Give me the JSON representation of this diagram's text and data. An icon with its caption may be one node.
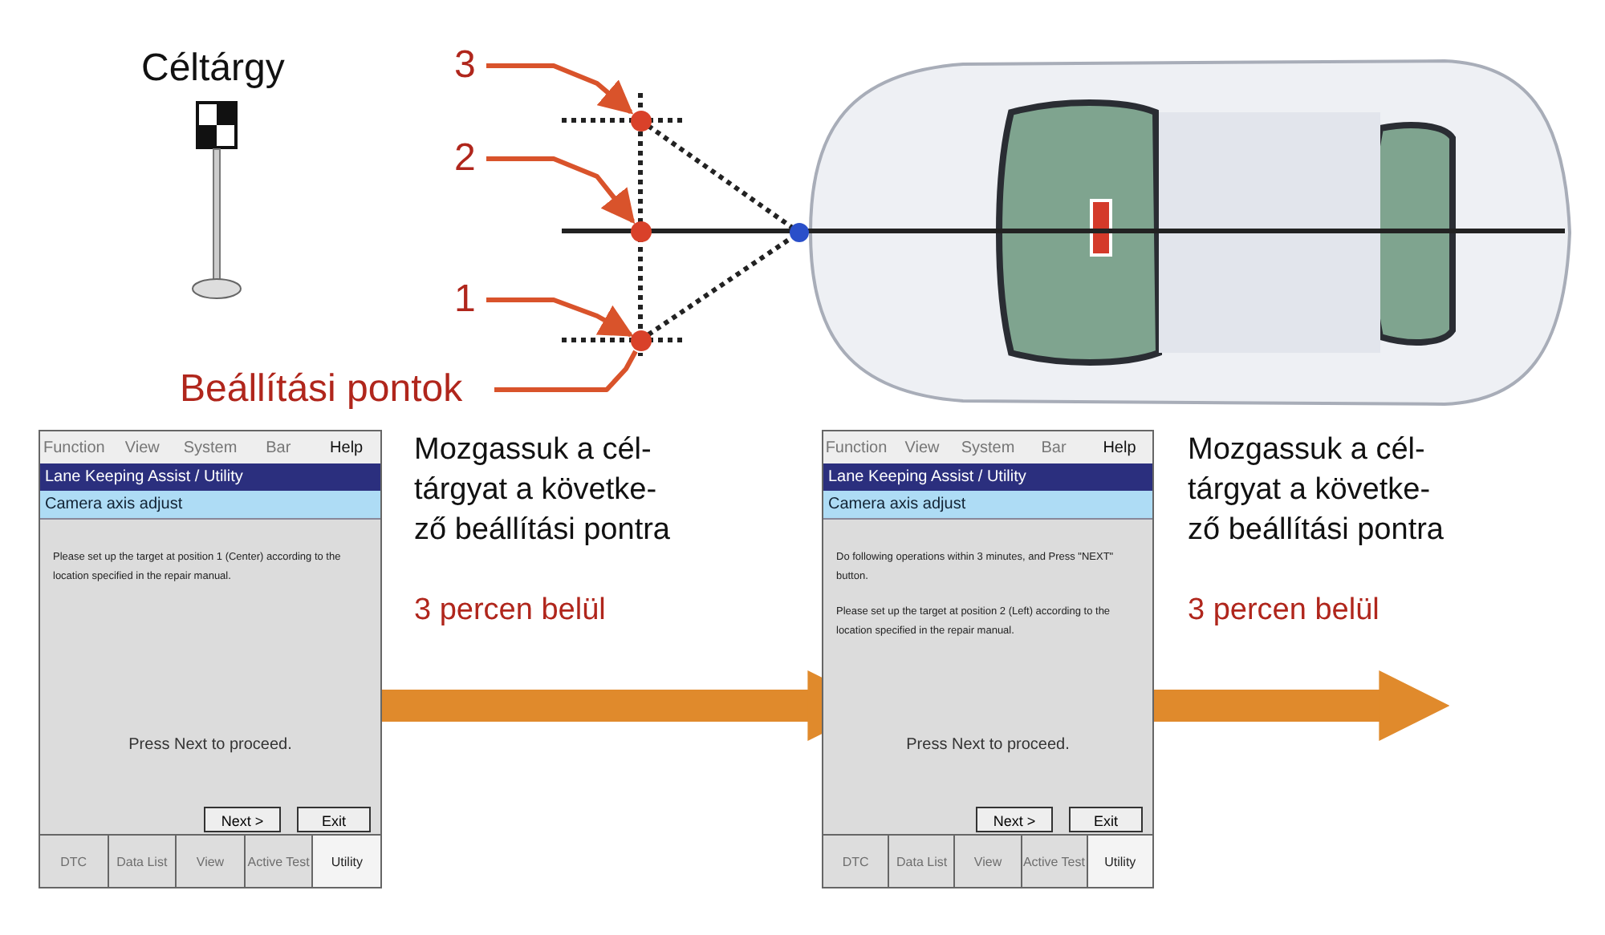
{
  "diagram": {
    "nodes": [
      {
        "text": [
          "3"
        ]
      },
      {
        "text": [
          "2"
        ]
      },
      {
        "text": [
          "1"
        ]
      },
      {
        "text": [
          "Beállítási pontok"
        ]
      },
      {
        "text": [],
        "shape": "circle"
      },
      {
        "text": [],
        "shape": "circle"
      },
      {
        "text": [],
        "shape": "circle"
      },
      {
        "text": [
          "Function",
          "View",
          "System",
          "Bar",
          "Help",
          "Lane Keeping Assist / Utility",
          "Camera axis adjust",
          "Please set up the target at position 1 (Center) according to the location specified in the repair manual.",
          "Press Next to proceed.",
          "Next >",
          "Exit",
          "DTC",
          "Data List",
          "View",
          "Active Test",
          "Utility"
        ]
      },
      {
        "text": [
          "Function",
          "View",
          "System",
          "Bar",
          "Help",
          "Lane Keeping Assist / Utility",
          "Camera axis adjust",
          "Do following operations within 3 minutes, and Press \"NEXT\" button.",
          "Please set up the target at position 2 (Left) according to the location specified in the repair manual.",
          "Press Next to proceed.",
          "Next >",
          "Exit",
          "DTC",
          "Data List",
          "View",
          "Active Test",
          "Utility"
        ]
      }
    ],
    "edges": [
      {
        "from": 0,
        "to": 4,
        "arrow": "to"
      },
      {
        "from": 1,
        "to": 5,
        "arrow": "to"
      },
      {
        "from": 2,
        "to": 6,
        "arrow": "to"
      },
      {
        "from": 3,
        "to": 6,
        "arrow": "none"
      },
      {
        "from": 7,
        "to": 8,
        "arrow": "to",
        "style": "thick",
        "color": "#e08a2c"
      },
      {
        "from": 8,
        "to": null,
        "arrow": "to",
        "style": "thick",
        "color": "#e08a2c"
      }
    ],
    "labels": [
      "Céltárgy",
      "Mozgassuk a cél- tárgyat a követke- ző beállítási pontra",
      "3 percen belül",
      "Mozgassuk a cél- tárgyat a követke- ző beállítási pontra",
      "3 percen belül"
    ]
  }
}
